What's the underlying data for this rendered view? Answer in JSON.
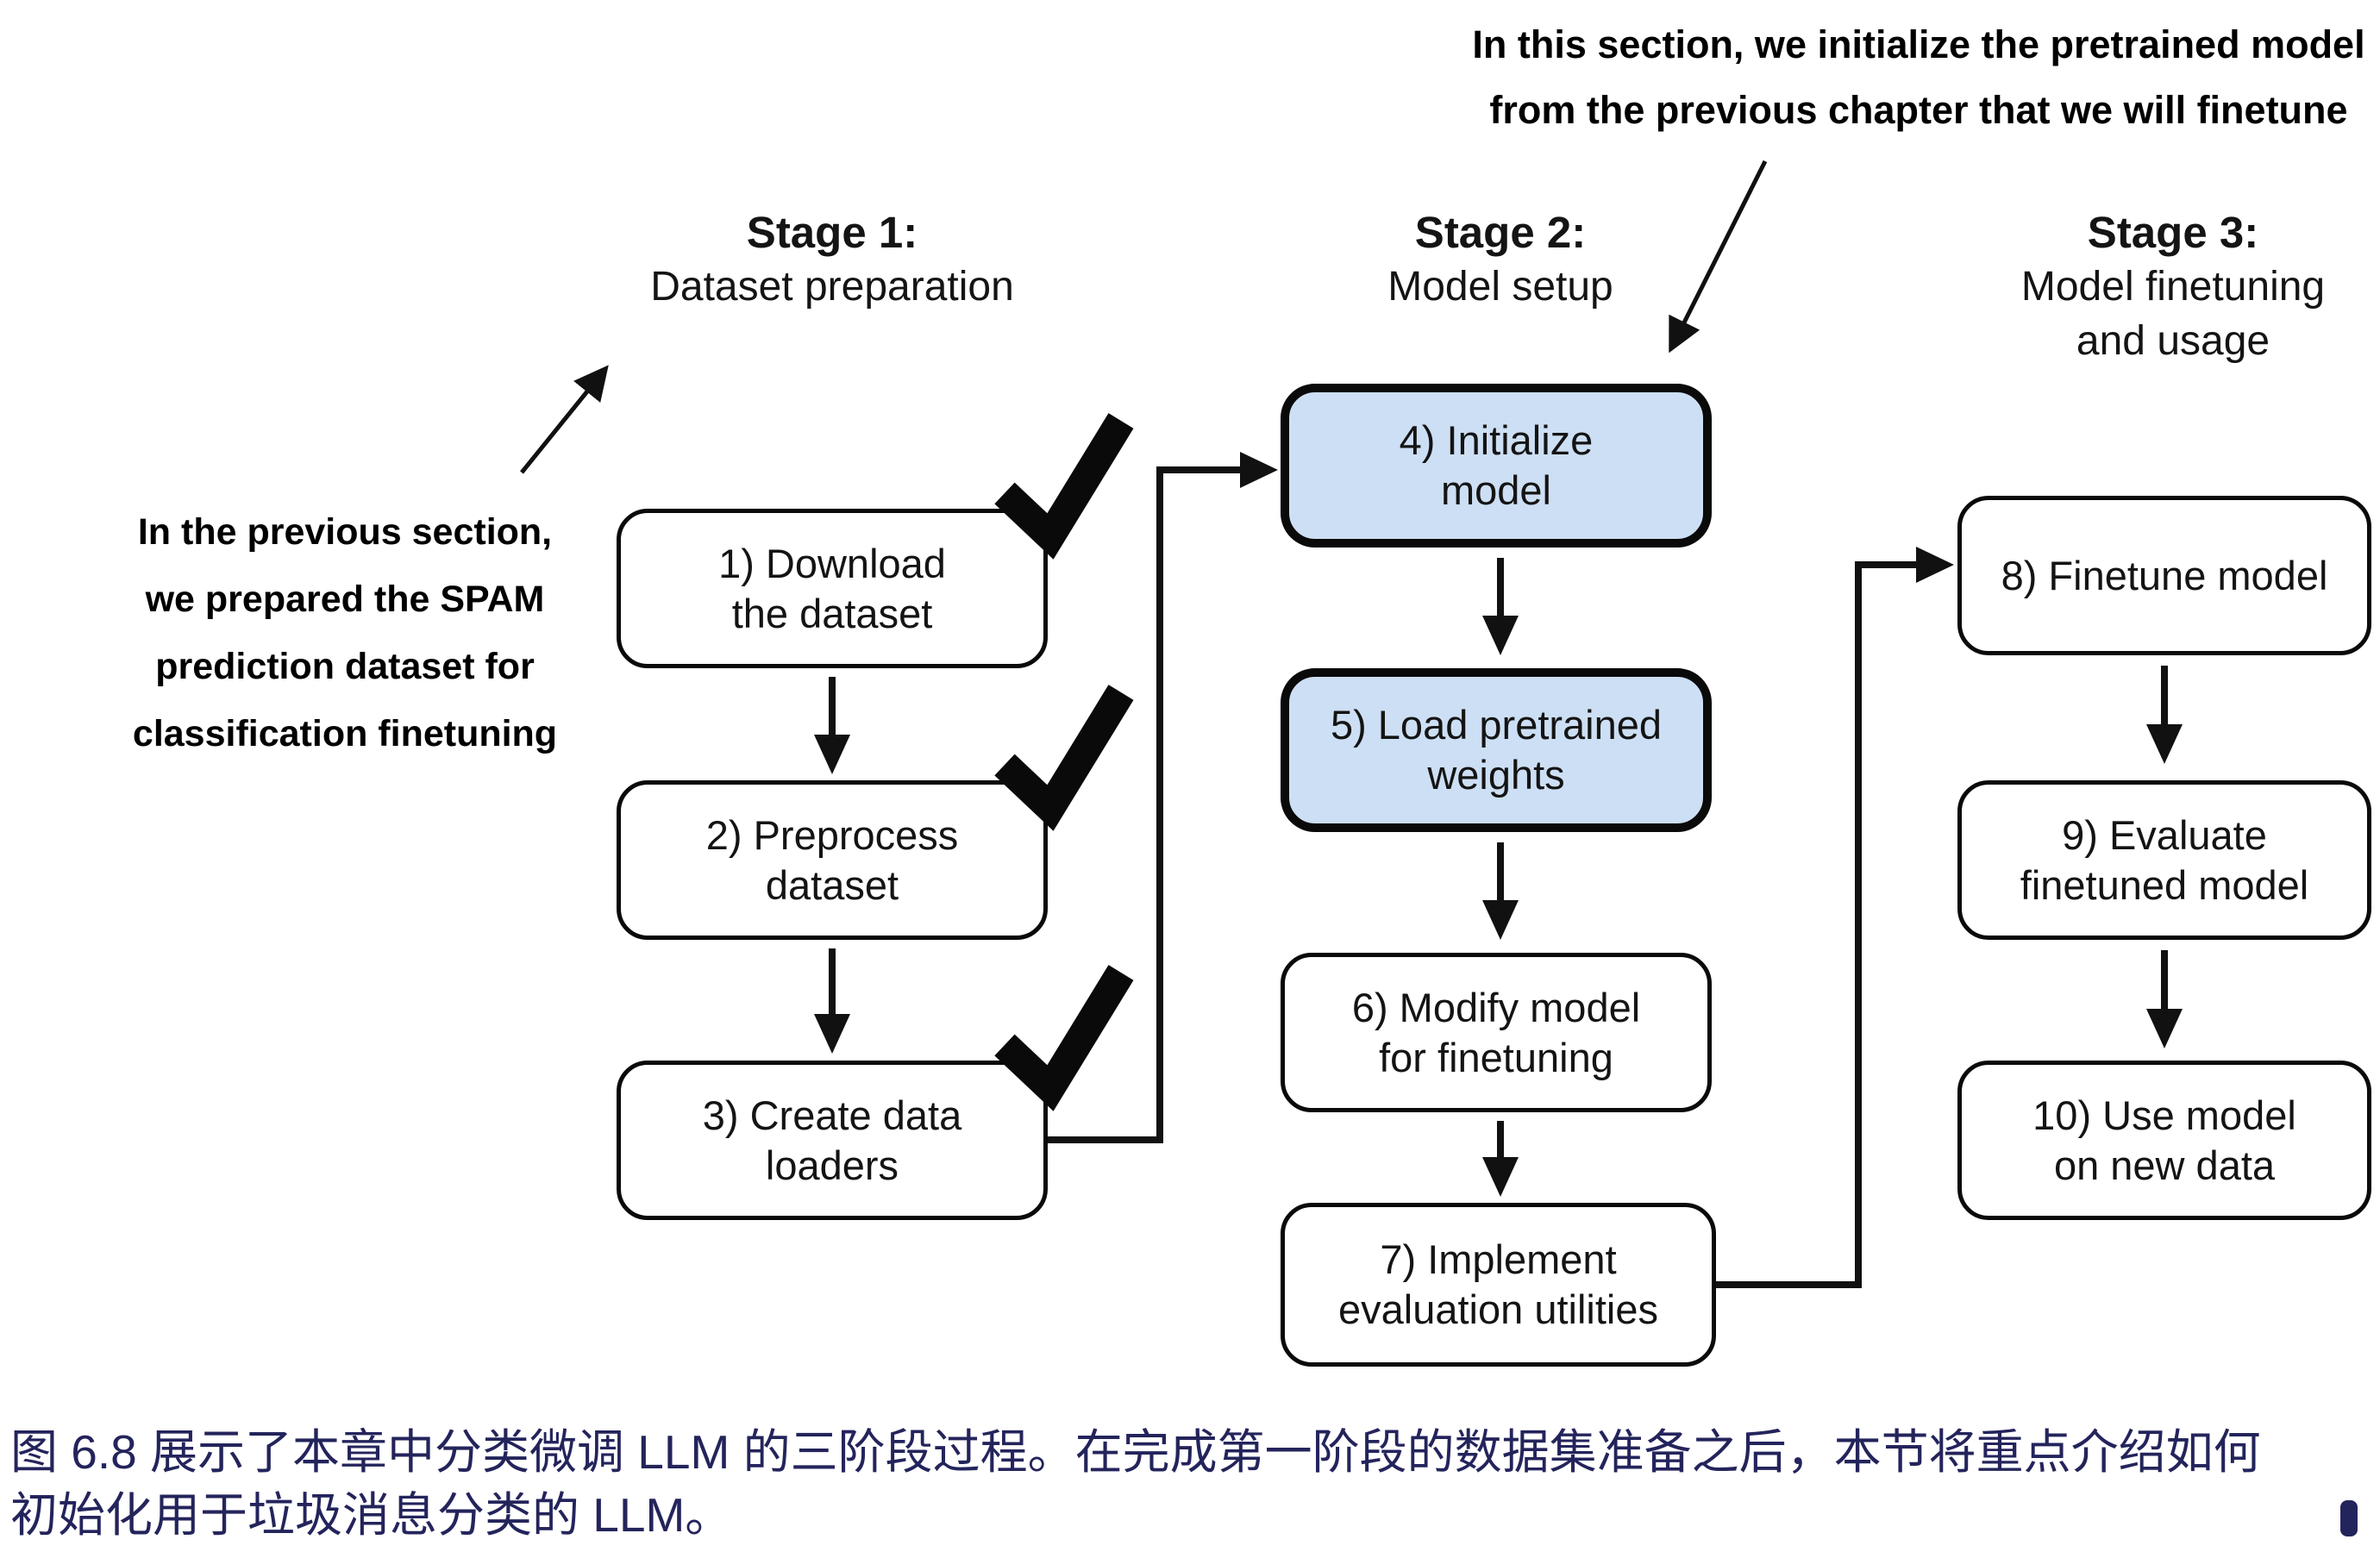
{
  "figure": {
    "type": "flowchart",
    "description_visible": false
  },
  "annotations": {
    "top": {
      "text": "In this section, we initialize the pretrained model\nfrom the previous chapter that we will finetune",
      "points_to": "4) Initialize model"
    },
    "left": {
      "text": "In the previous section,\nwe prepared the SPAM\nprediction dataset for\nclassification finetuning",
      "points_to": "Stage 1"
    }
  },
  "stages": [
    {
      "title": "Stage 1:",
      "subtitle_lines": [
        "Dataset preparation"
      ]
    },
    {
      "title": "Stage 2:",
      "subtitle_lines": [
        "Model setup"
      ]
    },
    {
      "title": "Stage 3:",
      "subtitle_lines": [
        "Model finetuning",
        "and usage"
      ]
    }
  ],
  "boxes": [
    {
      "id": 1,
      "label": "1) Download\nthe dataset",
      "stage": 1,
      "completed": true,
      "highlighted": false
    },
    {
      "id": 2,
      "label": "2) Preprocess\ndataset",
      "stage": 1,
      "completed": true,
      "highlighted": false
    },
    {
      "id": 3,
      "label": "3) Create data\nloaders",
      "stage": 1,
      "completed": true,
      "highlighted": false
    },
    {
      "id": 4,
      "label": "4) Initialize\nmodel",
      "stage": 2,
      "completed": false,
      "highlighted": true
    },
    {
      "id": 5,
      "label": "5) Load pretrained\nweights",
      "stage": 2,
      "completed": false,
      "highlighted": true
    },
    {
      "id": 6,
      "label": "6) Modify model\nfor finetuning",
      "stage": 2,
      "completed": false,
      "highlighted": false
    },
    {
      "id": 7,
      "label": "7) Implement\nevaluation utilities",
      "stage": 2,
      "completed": false,
      "highlighted": false
    },
    {
      "id": 8,
      "label": "8) Finetune model",
      "stage": 3,
      "completed": false,
      "highlighted": false
    },
    {
      "id": 9,
      "label": "9) Evaluate\nfinetuned model",
      "stage": 3,
      "completed": false,
      "highlighted": false
    },
    {
      "id": 10,
      "label": "10) Use model\non new data",
      "stage": 3,
      "completed": false,
      "highlighted": false
    }
  ],
  "icons": [
    {
      "name": "checkmark-icon",
      "meaning": "step completed",
      "on_boxes": [
        1,
        2,
        3
      ]
    }
  ],
  "caption": {
    "text": "图 6.8 展示了本章中分类微调 LLM 的三阶段过程。在完成第一阶段的数据集准备之后，本节将重点介绍如何\n初始化用于垃圾消息分类的 LLM。"
  },
  "colors": {
    "background": "#ffffff",
    "box_border": "#0a0a0a",
    "highlight_fill": "#cddff4",
    "text": "#141414",
    "caption_text": "#24245c",
    "annotation_text": "#000000",
    "line_color": "#111111"
  }
}
